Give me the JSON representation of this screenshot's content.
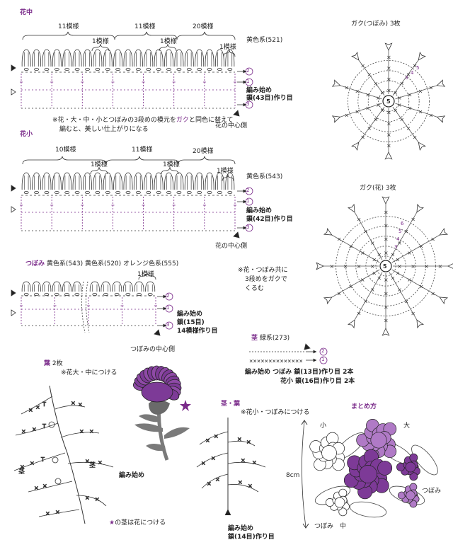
{
  "colors": {
    "ink": "#222222",
    "purple": "#7a2b8a",
    "flower_dark": "#7d3a97",
    "flower_light": "#b07ac6",
    "leaf_gray": "#7a7a7a"
  },
  "flower_medium": {
    "title": "花中",
    "groups": [
      "11模様",
      "11模様",
      "20模様"
    ],
    "one_pattern_marks": [
      "1模様",
      "1模様",
      "1模様"
    ],
    "yarn": "黄色系(521)",
    "rows": [
      "2",
      "1",
      "3"
    ],
    "start_label": "編み始め",
    "chain_label": "鎖(43目)作り目",
    "note_line1": "※花・大・中・小とつぼみの3段めの模元を",
    "note_highlight": "ガク",
    "note_line1b": "と同色に替えて",
    "note_line2": "編むと、美しい仕上がりになる",
    "center_label": "花の中心側"
  },
  "flower_small": {
    "title": "花小",
    "groups": [
      "10模様",
      "11模様",
      "20模様"
    ],
    "one_pattern_marks": [
      "1模様",
      "1模様",
      "1模様"
    ],
    "yarn": "黄色系(543)",
    "rows": [
      "2",
      "1",
      "3"
    ],
    "start_label": "編み始め",
    "chain_label": "鎖(42目)作り目",
    "center_label": "花の中心側"
  },
  "bud": {
    "title": "つぼみ",
    "yarns": "黄色系(543) 黄色系(520) オレンジ色系(555)",
    "one_pattern": "1模様",
    "rows": [
      "2",
      "1",
      "3"
    ],
    "start_label": "編み始め",
    "chain_label": "鎖(15目)",
    "chain_label2": "14模様作り目",
    "center_label": "つぼみの中心側",
    "note_line1": "※花・つぼみ共に",
    "note_line2": "3段めをガクで",
    "note_line3": "くるむ"
  },
  "calyx_bud": {
    "title": "ガク(つぼみ) 3枚",
    "center": "5",
    "row_marks": [
      "5",
      "4",
      "3"
    ]
  },
  "calyx_flower": {
    "title": "ガク(花) 3枚",
    "center": "5",
    "row_marks": [
      "6",
      "5",
      "4",
      "3"
    ]
  },
  "stem": {
    "title": "茎",
    "yarn": "緑系(273)",
    "rows": [
      "2",
      "1"
    ],
    "line1": "編み始め つぼみ 鎖(13目)作り目 2本",
    "line2": "花小 鎖(16目)作り目 2本"
  },
  "leaf": {
    "title": "葉",
    "count": "2枚",
    "note": "※花大・中につける",
    "stem_label": "茎",
    "stem_label2": "茎",
    "start_label": "編み始め",
    "footnote_star": "★",
    "footnote": "の茎は花につける"
  },
  "stem_leaf": {
    "title": "茎・葉",
    "note": "※花小・つぼみにつける",
    "start_label": "編み始め",
    "chain_label": "鎖(14目)作り目"
  },
  "assembly": {
    "title": "まとめ方",
    "small": "小",
    "large": "大",
    "height": "8cm",
    "bud_right": "つぼみ",
    "bud_left": "つぼみ",
    "medium": "中"
  }
}
